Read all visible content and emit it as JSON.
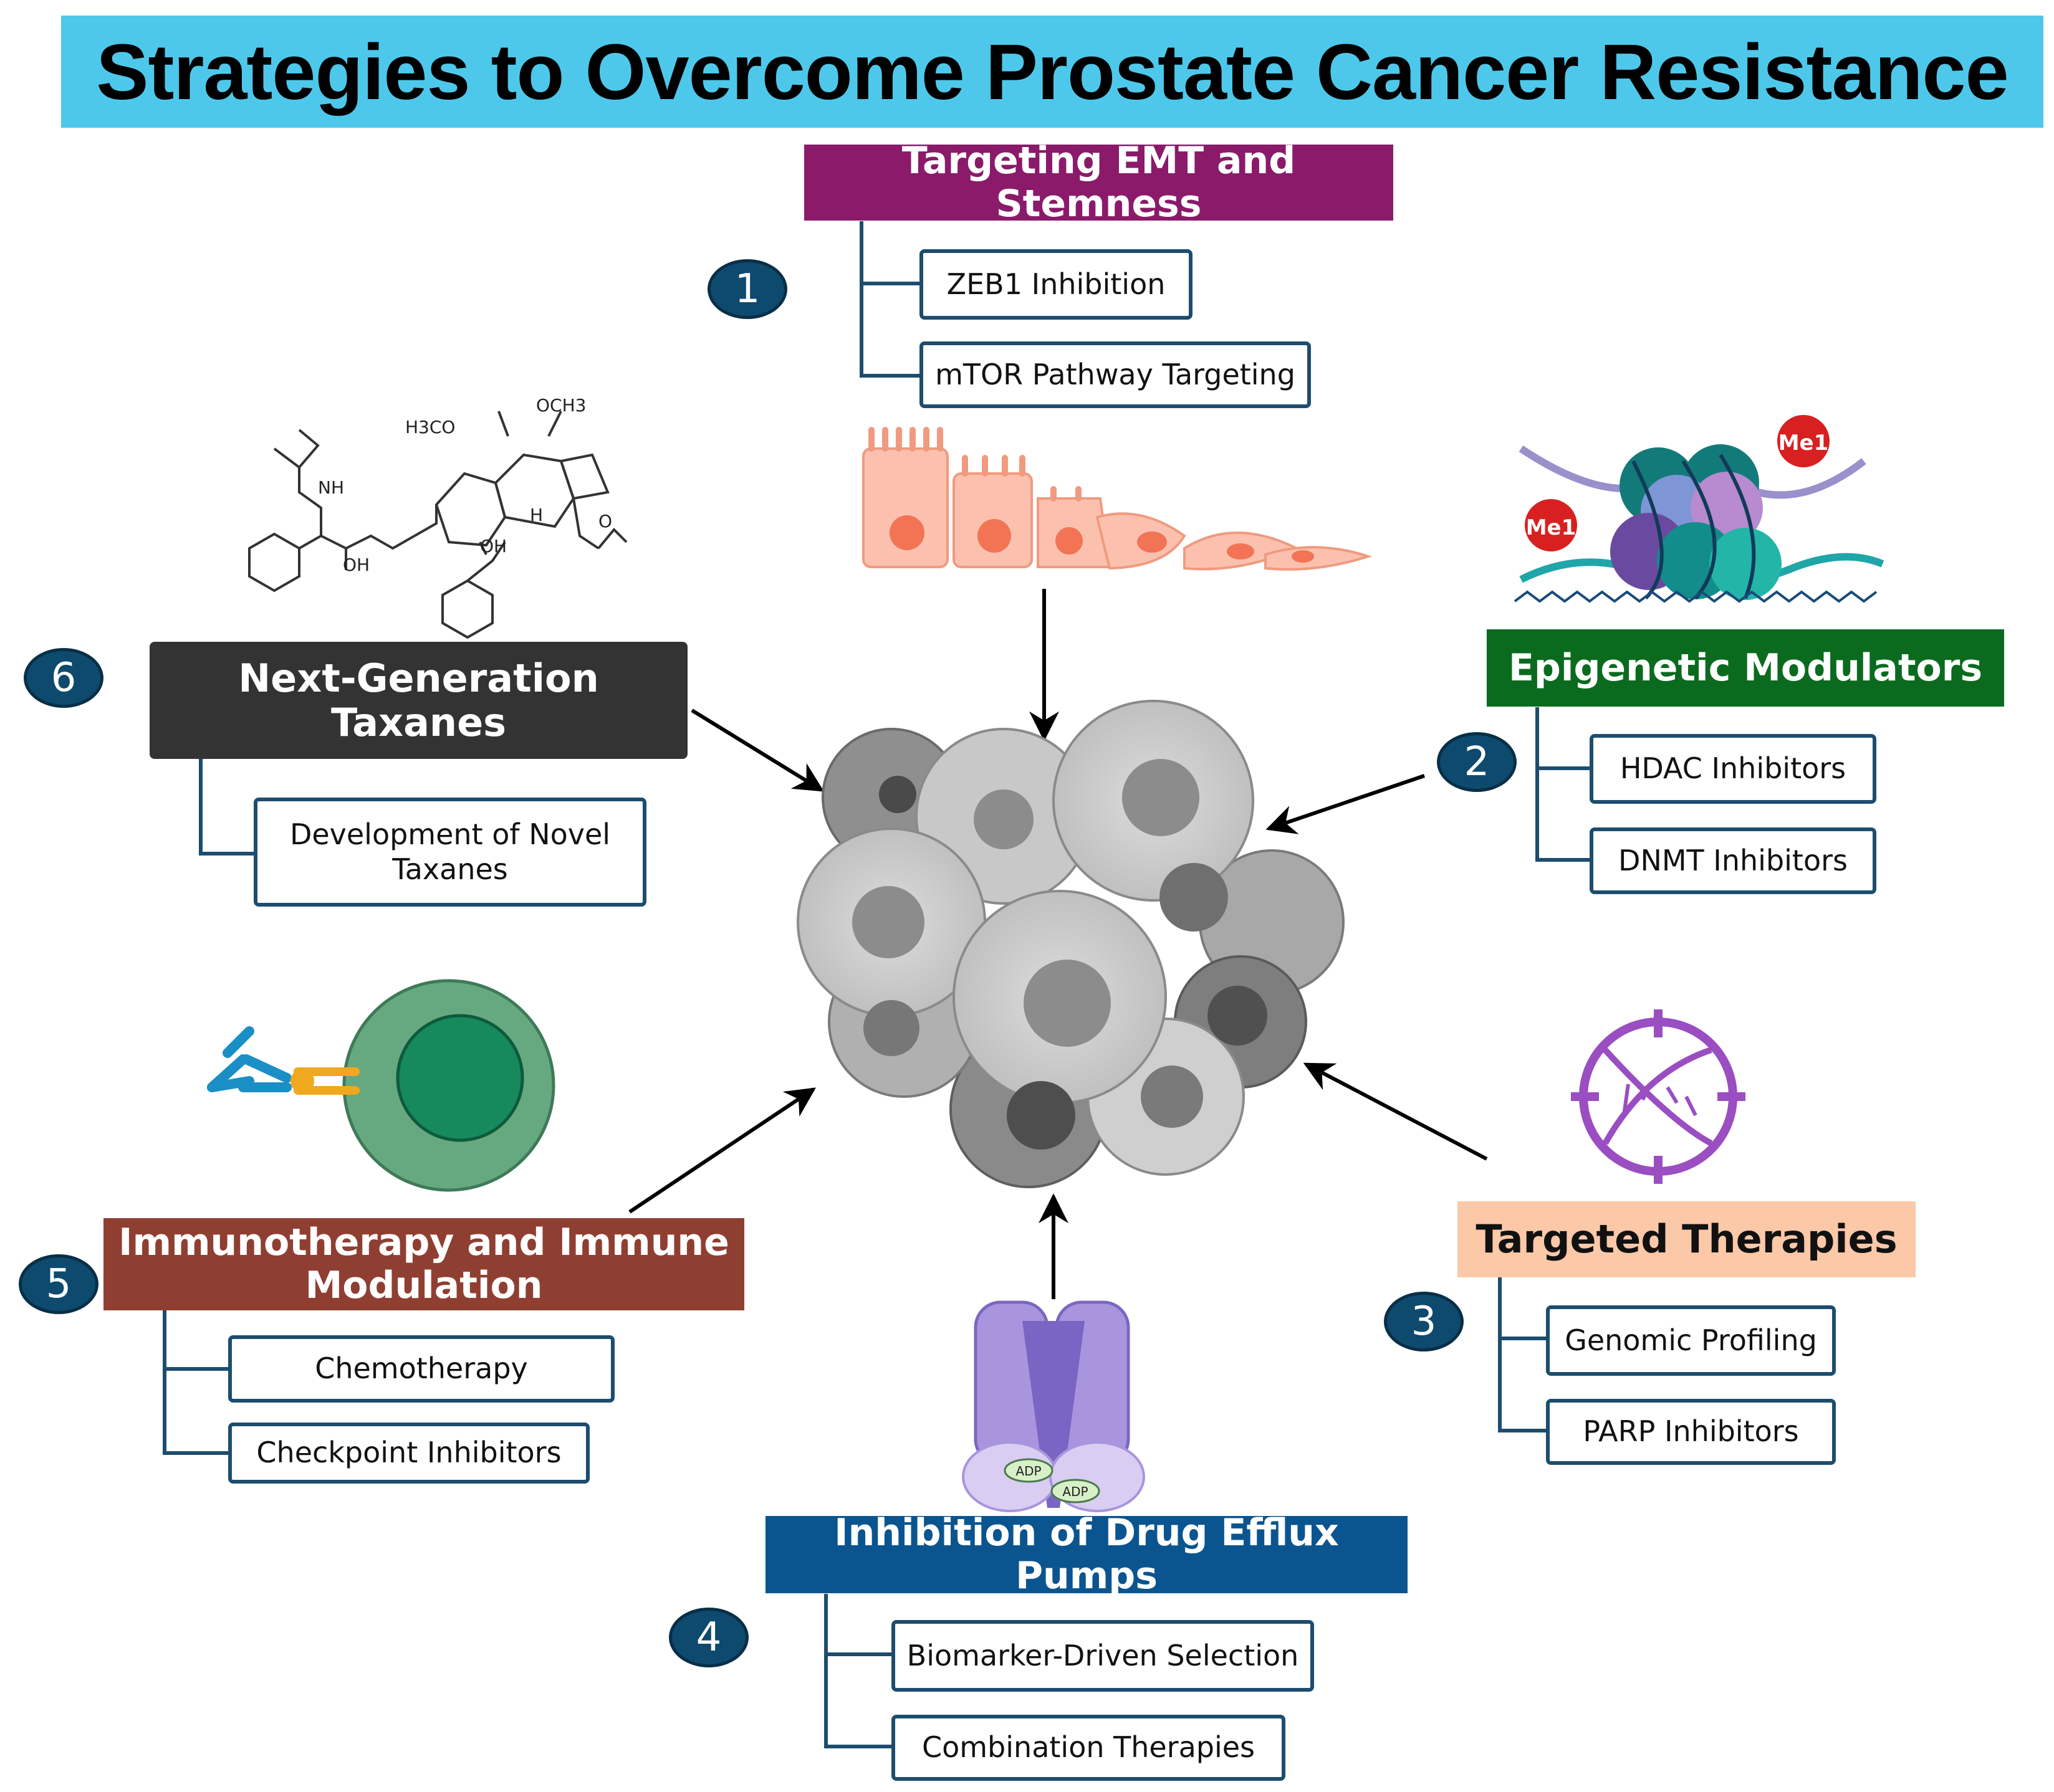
{
  "title": "Strategies to Overcome Prostate Cancer Resistance",
  "colors": {
    "banner": "#4ec8ea",
    "emt": "#8b1a6b",
    "epigenetic": "#0a6b1f",
    "targeted": "#fbc8a8",
    "efflux": "#0a5590",
    "immuno": "#8f3f32",
    "taxanes": "#333333",
    "connector": "#1d4d6e",
    "badge": "#0d4a6e"
  },
  "strategies": [
    {
      "number": "1",
      "heading": "Targeting EMT and Stemness",
      "items": [
        "ZEB1 Inhibition",
        "mTOR Pathway Targeting"
      ]
    },
    {
      "number": "2",
      "heading": "Epigenetic Modulators",
      "items": [
        "HDAC Inhibitors",
        "DNMT Inhibitors"
      ]
    },
    {
      "number": "3",
      "heading": "Targeted Therapies",
      "items": [
        "Genomic Profiling",
        "PARP Inhibitors"
      ]
    },
    {
      "number": "4",
      "heading": "Inhibition of Drug Efflux Pumps",
      "items": [
        "Biomarker-Driven Selection",
        "Combination Therapies"
      ]
    },
    {
      "number": "5",
      "heading": "Immunotherapy and Immune Modulation",
      "items": [
        "Chemotherapy",
        "Checkpoint Inhibitors"
      ]
    },
    {
      "number": "6",
      "heading": "Next-Generation Taxanes",
      "items": [
        "Development of Novel Taxanes"
      ]
    }
  ],
  "illustrations": {
    "histone_marks": [
      "Me1",
      "Me1"
    ],
    "pump_labels": [
      "ADP",
      "ADP"
    ],
    "molecule_labels": [
      "H3CO",
      "OCH3",
      "NH",
      "OH",
      "OH",
      "H",
      "O"
    ]
  },
  "icons": [
    "emt-cells-icon",
    "nucleosome-icon",
    "dna-target-icon",
    "efflux-pump-icon",
    "antibody-tcell-icon",
    "taxane-molecule-icon",
    "tumor-cluster-icon"
  ]
}
